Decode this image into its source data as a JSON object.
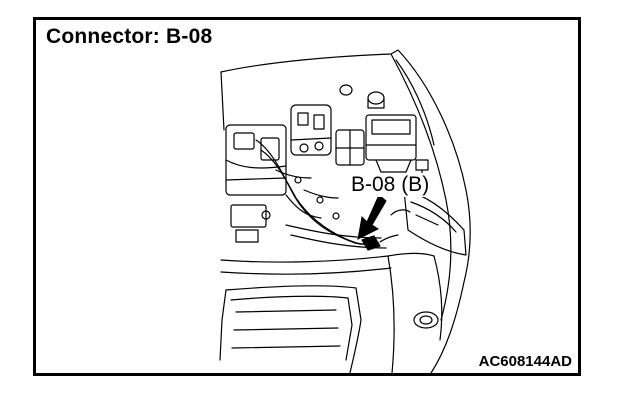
{
  "figure": {
    "title": "Connector: B-08",
    "callout_label": "B-08 (B)",
    "figure_code": "AC608144AD"
  },
  "colors": {
    "line": "#000000",
    "background": "#ffffff"
  }
}
